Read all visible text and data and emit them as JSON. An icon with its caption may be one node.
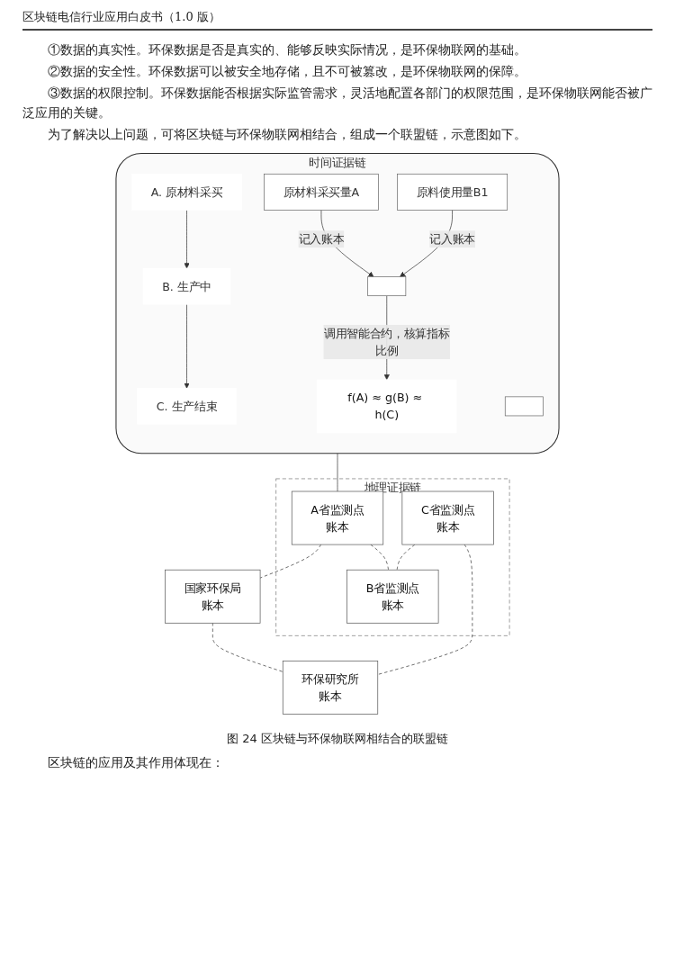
{
  "diagram": {
    "caption": "图 24 区块链与环保物联网相结合的联盟链",
    "nodes": [
      {
        "text": [
          "时间证据链"
        ]
      },
      {
        "text": [
          "A. 原材料采买"
        ],
        "in": 0
      },
      {
        "text": [
          "B. 生产中"
        ],
        "in": 0
      },
      {
        "text": [
          "C. 生产结束"
        ],
        "in": 0
      },
      {
        "text": [
          "原材料采买量A"
        ],
        "in": 0
      },
      {
        "text": [
          "原料使用量B1"
        ],
        "in": 0
      },
      {
        "text": [],
        "shape": "box",
        "in": 0
      },
      {
        "text": [],
        "shape": "box",
        "in": 0
      },
      {
        "text": [
          "f(A) ≈ g(B) ≈ h(C)"
        ],
        "in": 0
      },
      {
        "text": [
          "地理证据链"
        ]
      },
      {
        "text": [
          "A省监测点",
          "账本"
        ],
        "in": 9
      },
      {
        "text": [
          "B省监测点",
          "账本"
        ],
        "in": 9
      },
      {
        "text": [
          "C省监测点",
          "账本"
        ],
        "in": 9
      },
      {
        "text": [
          "国家环保局",
          "账本"
        ]
      },
      {
        "text": [
          "环保研究所",
          "账本"
        ]
      }
    ],
    "edges": [
      {
        "from": 1,
        "to": 2,
        "arrow": "to"
      },
      {
        "from": 2,
        "to": 3,
        "arrow": "to"
      },
      {
        "from": 4,
        "to": 7,
        "arrow": "to",
        "label": "记入账本"
      },
      {
        "from": 5,
        "to": 7,
        "arrow": "to",
        "label": "记入账本"
      },
      {
        "from": 7,
        "to": 8,
        "arrow": "to",
        "label": "调用智能合约，核算指标比例"
      },
      {
        "from": 0,
        "to": 10,
        "arrow": "none"
      },
      {
        "from": 10,
        "to": 13,
        "arrow": "none",
        "style": "dashed"
      },
      {
        "from": 10,
        "to": 11,
        "arrow": "none",
        "style": "dashed"
      },
      {
        "from": 12,
        "to": 11,
        "arrow": "none",
        "style": "dashed"
      },
      {
        "from": 12,
        "to": 14,
        "arrow": "none",
        "style": "dashed"
      },
      {
        "from": 13,
        "to": 14,
        "arrow": "none",
        "style": "dashed"
      }
    ],
    "labels": [
      "区块链电信行业应用白皮书（1.0 版）",
      "①数据的真实性。环保数据是否是真实的、能够反映实际情况，是环保物联网的基础。",
      "②数据的安全性。环保数据可以被安全地存储，且不可被篡改，是环保物联网的保障。",
      "③数据的权限控制。环保数据能否根据实际监管需求，灵活地配置各部门的权限范围，是环保物联网能否被广泛应用的关键。",
      "为了解决以上问题，可将区块链与环保物联网相结合，组成一个联盟链，示意图如下。",
      "区块链的应用及其作用体现在："
    ]
  }
}
